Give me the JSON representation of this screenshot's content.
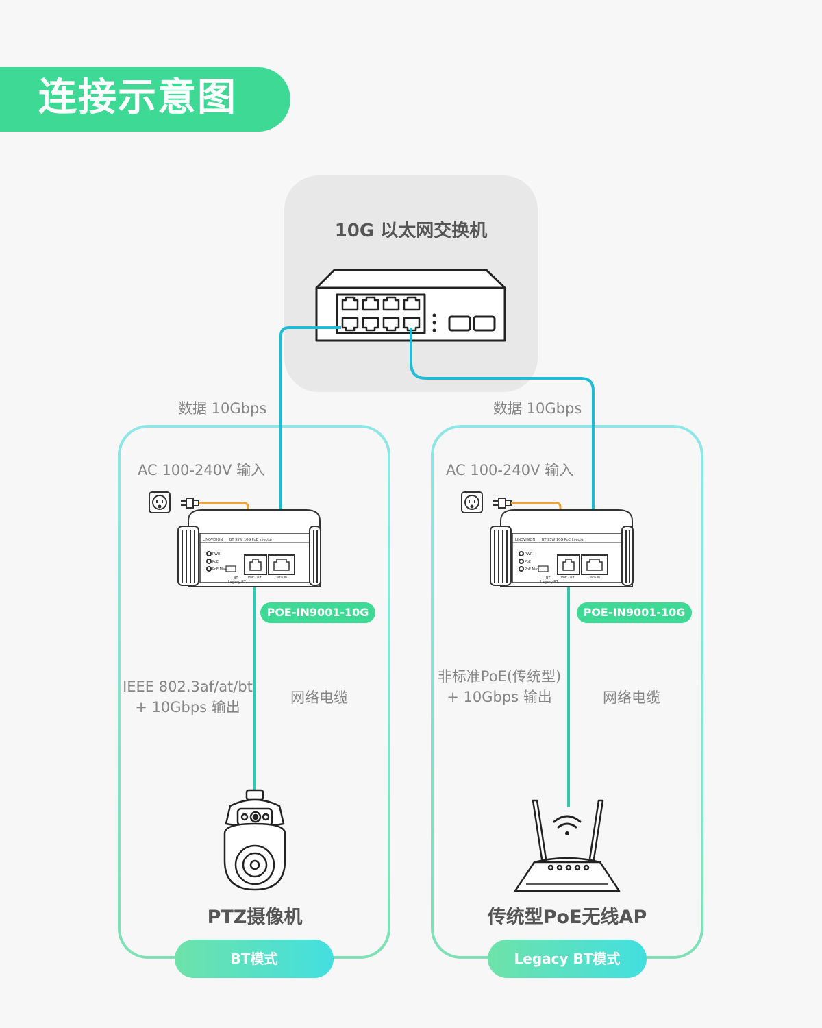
{
  "title": "连接示意图",
  "switch": {
    "label": "10G 以太网交换机"
  },
  "left": {
    "data_label": "数据 10Gbps",
    "ac_label": "AC 100-240V 输入",
    "model": "POE-IN9001-10G",
    "output_label_1": "IEEE 802.3af/at/bt",
    "output_label_2": "+ 10Gbps 输出",
    "cable_label": "网络电缆",
    "device": "PTZ摄像机",
    "mode": "BT模式"
  },
  "right": {
    "data_label": "数据 10Gbps",
    "ac_label": "AC 100-240V 输入",
    "model": "POE-IN9001-10G",
    "output_label_1": "非标准PoE(传统型)",
    "output_label_2": "+ 10Gbps 输出",
    "cable_label": "网络电缆",
    "device": "传统型PoE无线AP",
    "mode": "Legacy BT模式"
  },
  "injector_labels": {
    "brand": "LINOVISION",
    "product": "BT 95W 10G PoE Injector",
    "led_1": "PWR",
    "led_2": "PoE",
    "led_3": "PoE Max",
    "switch_1": "BT",
    "switch_2": "Legacy BT",
    "port_1": "PoE Out",
    "port_2": "Data In"
  },
  "colors": {
    "accent_green": "#3ed995",
    "cable_blue": "#1ebdd6",
    "cable_teal": "#33c9b0",
    "power_orange": "#f0a232",
    "panel_gray": "#e8e8e8"
  }
}
